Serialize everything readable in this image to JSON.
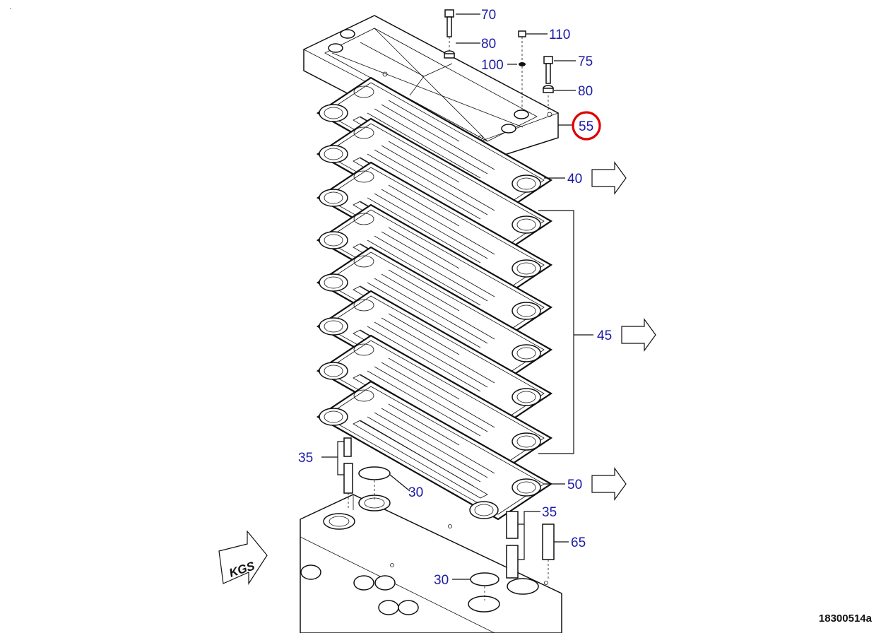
{
  "diagram": {
    "document_id": "18300514a",
    "kgs_label": "KGS",
    "highlight_color": "#e00000",
    "callout_color": "#1a1aa8",
    "callouts": [
      {
        "id": "c70",
        "label": "70"
      },
      {
        "id": "c80a",
        "label": "80"
      },
      {
        "id": "c110",
        "label": "110"
      },
      {
        "id": "c100",
        "label": "100"
      },
      {
        "id": "c75",
        "label": "75"
      },
      {
        "id": "c80b",
        "label": "80"
      },
      {
        "id": "c55",
        "label": "55",
        "highlighted": true
      },
      {
        "id": "c40",
        "label": "40"
      },
      {
        "id": "c45",
        "label": "45"
      },
      {
        "id": "c50",
        "label": "50"
      },
      {
        "id": "c35a",
        "label": "35"
      },
      {
        "id": "c30a",
        "label": "30"
      },
      {
        "id": "c35b",
        "label": "35"
      },
      {
        "id": "c65",
        "label": "65"
      },
      {
        "id": "c30b",
        "label": "30"
      }
    ]
  }
}
